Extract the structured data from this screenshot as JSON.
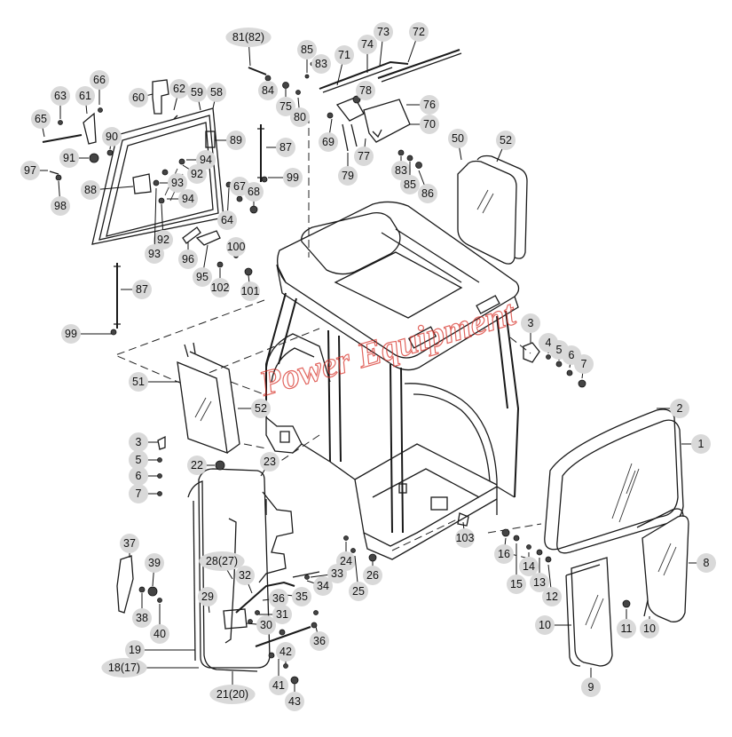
{
  "diagram": {
    "watermark": "Power Equipment",
    "callouts": [
      {
        "id": "c1",
        "text": "1"
      },
      {
        "id": "c2",
        "text": "2"
      },
      {
        "id": "c3a",
        "text": "3"
      },
      {
        "id": "c4a",
        "text": "4"
      },
      {
        "id": "c5a",
        "text": "5"
      },
      {
        "id": "c6a",
        "text": "6"
      },
      {
        "id": "c7a",
        "text": "7"
      },
      {
        "id": "c3b",
        "text": "3"
      },
      {
        "id": "c5b",
        "text": "5"
      },
      {
        "id": "c6b",
        "text": "6"
      },
      {
        "id": "c7b",
        "text": "7"
      },
      {
        "id": "c8",
        "text": "8"
      },
      {
        "id": "c9",
        "text": "9"
      },
      {
        "id": "c10a",
        "text": "10"
      },
      {
        "id": "c10b",
        "text": "10"
      },
      {
        "id": "c11",
        "text": "11"
      },
      {
        "id": "c12",
        "text": "12"
      },
      {
        "id": "c13",
        "text": "13"
      },
      {
        "id": "c14",
        "text": "14"
      },
      {
        "id": "c15",
        "text": "15"
      },
      {
        "id": "c16",
        "text": "16"
      },
      {
        "id": "c17",
        "text": "18(17)"
      },
      {
        "id": "c19",
        "text": "19"
      },
      {
        "id": "c20",
        "text": "21(20)"
      },
      {
        "id": "c22",
        "text": "22"
      },
      {
        "id": "c23",
        "text": "23"
      },
      {
        "id": "c24",
        "text": "24"
      },
      {
        "id": "c25",
        "text": "25"
      },
      {
        "id": "c26",
        "text": "26"
      },
      {
        "id": "c27",
        "text": "28(27)"
      },
      {
        "id": "c29",
        "text": "29"
      },
      {
        "id": "c30",
        "text": "30"
      },
      {
        "id": "c31",
        "text": "31"
      },
      {
        "id": "c32",
        "text": "32"
      },
      {
        "id": "c33",
        "text": "33"
      },
      {
        "id": "c34",
        "text": "34"
      },
      {
        "id": "c35",
        "text": "35"
      },
      {
        "id": "c36a",
        "text": "36"
      },
      {
        "id": "c36b",
        "text": "36"
      },
      {
        "id": "c37",
        "text": "37"
      },
      {
        "id": "c38",
        "text": "38"
      },
      {
        "id": "c39",
        "text": "39"
      },
      {
        "id": "c40",
        "text": "40"
      },
      {
        "id": "c41",
        "text": "41"
      },
      {
        "id": "c42",
        "text": "42"
      },
      {
        "id": "c43",
        "text": "43"
      },
      {
        "id": "c50",
        "text": "50"
      },
      {
        "id": "c51",
        "text": "51"
      },
      {
        "id": "c52a",
        "text": "52"
      },
      {
        "id": "c52b",
        "text": "52"
      },
      {
        "id": "c58",
        "text": "58"
      },
      {
        "id": "c59",
        "text": "59"
      },
      {
        "id": "c60",
        "text": "60"
      },
      {
        "id": "c61",
        "text": "61"
      },
      {
        "id": "c62",
        "text": "62"
      },
      {
        "id": "c63",
        "text": "63"
      },
      {
        "id": "c64",
        "text": "64"
      },
      {
        "id": "c65",
        "text": "65"
      },
      {
        "id": "c66",
        "text": "66"
      },
      {
        "id": "c67",
        "text": "67"
      },
      {
        "id": "c68",
        "text": "68"
      },
      {
        "id": "c69",
        "text": "69"
      },
      {
        "id": "c70",
        "text": "70"
      },
      {
        "id": "c71",
        "text": "71"
      },
      {
        "id": "c72",
        "text": "72"
      },
      {
        "id": "c73",
        "text": "73"
      },
      {
        "id": "c74",
        "text": "74"
      },
      {
        "id": "c75",
        "text": "75"
      },
      {
        "id": "c76",
        "text": "76"
      },
      {
        "id": "c77",
        "text": "77"
      },
      {
        "id": "c78",
        "text": "78"
      },
      {
        "id": "c79",
        "text": "79"
      },
      {
        "id": "c80",
        "text": "80"
      },
      {
        "id": "c81",
        "text": "81(82)"
      },
      {
        "id": "c83a",
        "text": "83"
      },
      {
        "id": "c83b",
        "text": "83"
      },
      {
        "id": "c84",
        "text": "84"
      },
      {
        "id": "c85a",
        "text": "85"
      },
      {
        "id": "c85b",
        "text": "85"
      },
      {
        "id": "c86",
        "text": "86"
      },
      {
        "id": "c87a",
        "text": "87"
      },
      {
        "id": "c87b",
        "text": "87"
      },
      {
        "id": "c88",
        "text": "88"
      },
      {
        "id": "c89",
        "text": "89"
      },
      {
        "id": "c90",
        "text": "90"
      },
      {
        "id": "c91",
        "text": "91"
      },
      {
        "id": "c92a",
        "text": "92"
      },
      {
        "id": "c92b",
        "text": "92"
      },
      {
        "id": "c93a",
        "text": "93"
      },
      {
        "id": "c93b",
        "text": "93"
      },
      {
        "id": "c94a",
        "text": "94"
      },
      {
        "id": "c94b",
        "text": "94"
      },
      {
        "id": "c95",
        "text": "95"
      },
      {
        "id": "c96",
        "text": "96"
      },
      {
        "id": "c97",
        "text": "97"
      },
      {
        "id": "c98",
        "text": "98"
      },
      {
        "id": "c99a",
        "text": "99"
      },
      {
        "id": "c99b",
        "text": "99"
      },
      {
        "id": "c100",
        "text": "100"
      },
      {
        "id": "c101",
        "text": "101"
      },
      {
        "id": "c102",
        "text": "102"
      },
      {
        "id": "c103",
        "text": "103"
      }
    ]
  }
}
